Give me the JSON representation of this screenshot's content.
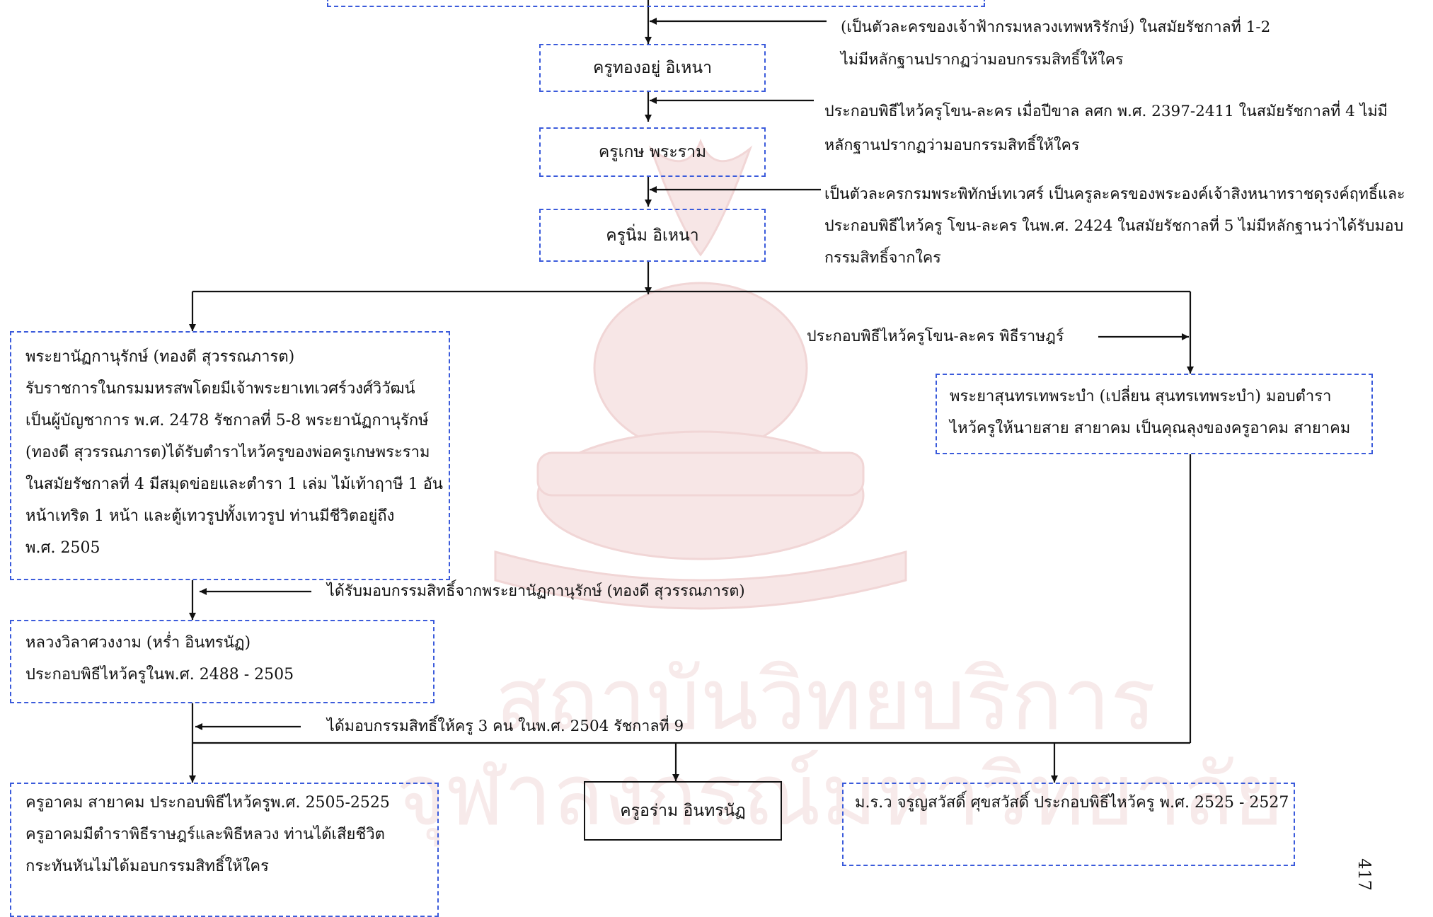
{
  "boxes": {
    "b1": "ครูทองอยู่  อิเหนา",
    "b2": "ครูเกษ    พระราม",
    "b3": "ครูนิ่ม  อิเหนา",
    "left1": [
      "พระยานัฏกานุรักษ์ (ทองดี  สุวรรณภารต)",
      "รับราชการในกรมมหรสพโดยมีเจ้าพระยาเทเวศร์วงศ์วิวัฒน์",
      "เป็นผู้บัญชาการ พ.ศ. 2478 รัชกาลที่ 5-8 พระยานัฏกานุรักษ์",
      "(ทองดี  สุวรรณภารต)ได้รับตำราไหว้ครูของพ่อครูเกษพระราม",
      "ในสมัยรัชกาลที่ 4 มีสมุดข่อยและตำรา 1 เล่ม ไม้เท้าฤาษี 1 อัน",
      "หน้าเทริด  1  หน้า  และตู้เทวรูปทั้งเทวรูป  ท่านมีชีวิตอยู่ถึง",
      "พ.ศ. 2505"
    ],
    "right1": [
      "พระยาสุนทรเทพระบำ (เปลี่ยน สุนทรเทพระบำ) มอบตำรา",
      "ไหว้ครูให้นายสาย สายาคม เป็นคุณลุงของครูอาคม สายาคม"
    ],
    "left2": [
      "หลวงวิลาศวงงาม (หร่ำ  อินทรนัฏ)",
      "ประกอบพิธีไหว้ครูในพ.ศ.  2488 - 2505"
    ],
    "bottom_left": [
      "ครูอาคม สายาคม ประกอบพิธีไหว้ครูพ.ศ. 2505-2525",
      "ครูอาคมมีตำราพิธีราษฎร์และพิธีหลวง ท่านได้เสียชีวิต",
      "กระทันหันไม่ได้มอบกรรมสิทธิ์ให้ใคร"
    ],
    "bottom_mid": "ครูอร่าม    อินทรนัฏ",
    "bottom_right": "ม.ร.ว จรูญสวัสดิ์ ศุขสวัสดิ์ ประกอบพิธีไหว้ครู พ.ศ. 2525 - 2527"
  },
  "notes": {
    "n1": [
      "(เป็นตัวละครของเจ้าฟ้ากรมหลวงเทพหริรักษ์) ในสมัยรัชกาลที่ 1-2",
      "ไม่มีหลักฐานปรากฏว่ามอบกรรมสิทธิ์ให้ใคร"
    ],
    "n2": [
      "ประกอบพิธีไหว้ครูโขน-ละคร เมื่อปีขาล ลศก พ.ศ. 2397-2411 ในสมัยรัชกาลที่ 4 ไม่มี",
      "หลักฐานปรากฏว่ามอบกรรมสิทธิ์ให้ใคร"
    ],
    "n3": [
      "เป็นตัวละครกรมพระพิทักษ์เทเวศร์ เป็นครูละครของพระองค์เจ้าสิงหนาทราชดุรงค์ฤทธิ์และ",
      "ประกอบพิธีไหว้ครู โขน-ละคร ในพ.ศ. 2424 ในสมัยรัชกาลที่ 5 ไม่มีหลักฐานว่าได้รับมอบ",
      "กรรมสิทธิ์จากใคร"
    ],
    "n4": "ประกอบพิธีไหว้ครูโขน-ละคร พิธีราษฎร์",
    "n5": "ได้รับมอบกรรมสิทธิ์จากพระยานัฏกานุรักษ์ (ทองดี  สุวรรณภารต)",
    "n6": "ได้มอบกรรมสิทธิ์ให้ครู 3 คน ในพ.ศ. 2504 รัชกาลที่ 9"
  },
  "page_number": "417",
  "colors": {
    "dashed_border": "#3b5bdb",
    "line": "#111111",
    "watermark": "#f5e3e3"
  }
}
